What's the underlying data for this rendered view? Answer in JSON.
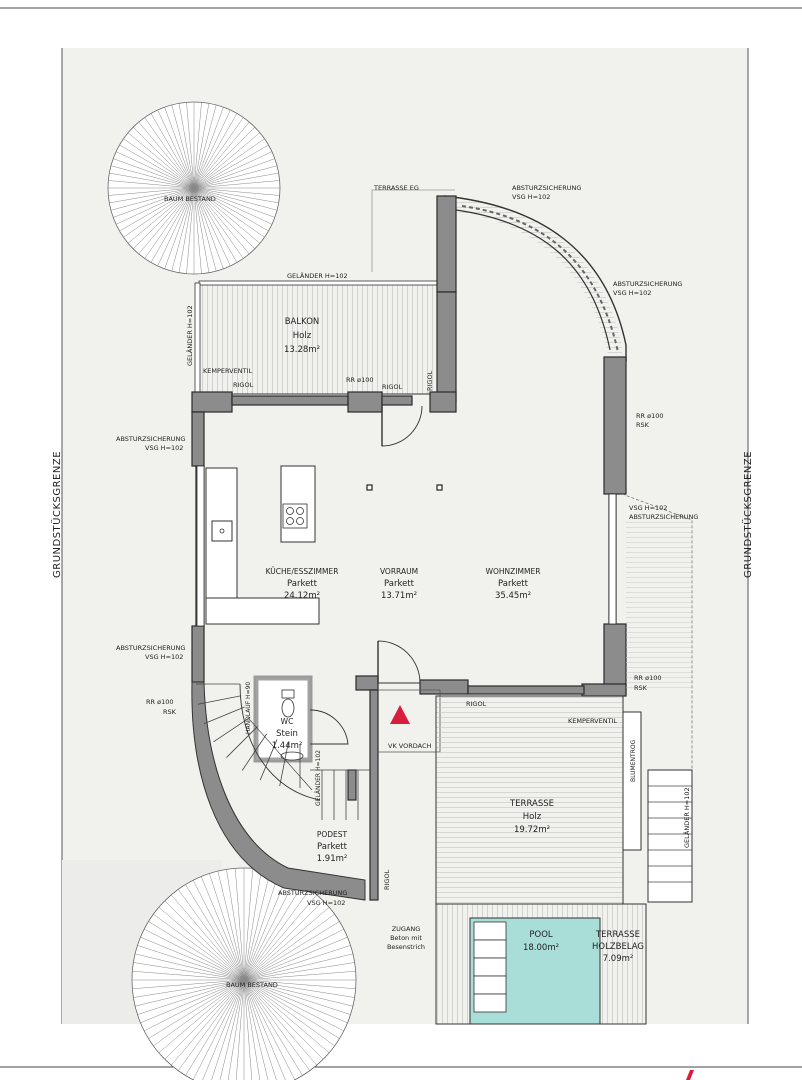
{
  "colors": {
    "background": "#ffffff",
    "wall": "#8c8c8c",
    "pool": "#a8ddd8",
    "north_marker": "#d81e3c",
    "plot": "#f1f1ee"
  },
  "property_line": {
    "left": "GRUNDSTÜCKSGRENZE",
    "right": "GRUNDSTÜCKSGRENZE"
  },
  "trees": {
    "top": "BAUM BESTAND",
    "bottom": "BAUM BESTAND"
  },
  "labels": {
    "terrasse_eg": "TERRASSE EG",
    "absturz_top": [
      "ABSTURZSICHERUNG",
      "VSG H=102"
    ],
    "absturz_right_upper": [
      "ABSTURZSICHERUNG",
      "VSG H=102"
    ],
    "gelaender_balkon": "GELÄNDER H=102",
    "gelaender_left": "GELÄNDER H=102",
    "kemperventil_top": "KEMPERVENTIL",
    "rigol_1": "RIGOL",
    "rr_100_balkon": "RR ø100",
    "rigol_2": "RIGOL",
    "rigol_vertical": "RIGOL",
    "rr_rsk_right_1": [
      "RR ø100",
      "RSK"
    ],
    "vsg_right_mid": [
      "VSG H=102",
      "ABSTURZSICHERUNG"
    ],
    "absturz_left_1": [
      "ABSTURZSICHERUNG",
      "VSG H=102"
    ],
    "absturz_left_2": [
      "ABSTURZSICHERUNG",
      "VSG H=102"
    ],
    "rr_rsk_left": [
      "RR ø100",
      "RSK"
    ],
    "rr_rsk_right_2": [
      "RR ø100",
      "RSK"
    ],
    "rigol_terrace": "RIGOL",
    "kemperventil_bottom": "KEMPERVENTIL",
    "handlauf": "HANDLAUF H=90",
    "gelaender_stair": "GELÄNDER H=102",
    "vk_vordach": "VK VORDACH",
    "blumentrog": "BLUMENTROG",
    "gelaender_terrace": "GELÄNDER H=102",
    "rigol_bottom": "RIGOL",
    "absturz_bottom": [
      "ABSTURZSICHERUNG",
      "VSG H=102"
    ],
    "zugang": [
      "ZUGANG",
      "Beton mit",
      "Besenstrich"
    ]
  },
  "rooms": {
    "balkon": [
      "BALKON",
      "Holz",
      "13.28m²"
    ],
    "kueche": [
      "KÜCHE/ESSZIMMER",
      "Parkett",
      "24.12m²"
    ],
    "vorraum": [
      "VORRAUM",
      "Parkett",
      "13.71m²"
    ],
    "wohnzimmer": [
      "WOHNZIMMER",
      "Parkett",
      "35.45m²"
    ],
    "wc": [
      "WC",
      "Stein",
      "1.44m²"
    ],
    "podest": [
      "PODEST",
      "Parkett",
      "1.91m²"
    ],
    "terrasse": [
      "TERRASSE",
      "Holz",
      "19.72m²"
    ],
    "pool": [
      "POOL",
      "18.00m²"
    ],
    "terrasse_holzbelag": [
      "TERRASSE",
      "HOLZBELAG",
      "7.09m²"
    ]
  }
}
